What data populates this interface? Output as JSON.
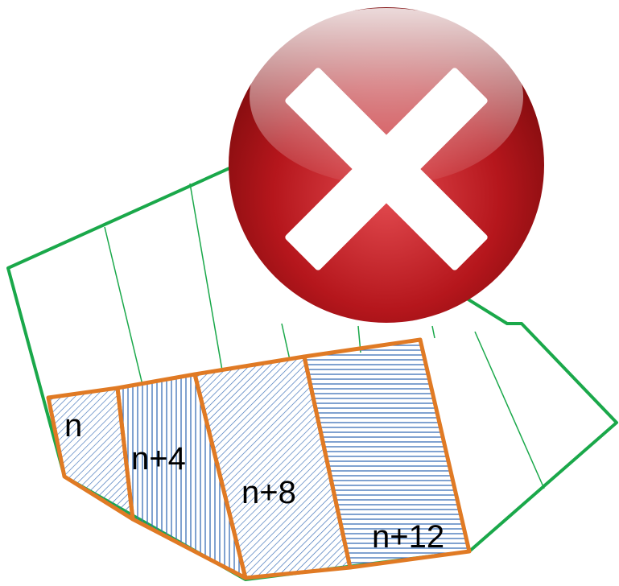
{
  "diagram": {
    "panels": [
      {
        "label": "n",
        "pattern": "diagonal-hatch"
      },
      {
        "label": "n+4",
        "pattern": "vertical-hatch"
      },
      {
        "label": "n+8",
        "pattern": "diagonal-hatch"
      },
      {
        "label": "n+12",
        "pattern": "horizontal-hatch"
      }
    ],
    "icon": "close-icon",
    "colors": {
      "outline": "#1aa84a",
      "panel_border": "#e07a24",
      "hatch": "#3b6fb6",
      "icon_red": "#c0262b",
      "icon_dark_red": "#8c0e10",
      "icon_cross": "#ffffff"
    }
  }
}
